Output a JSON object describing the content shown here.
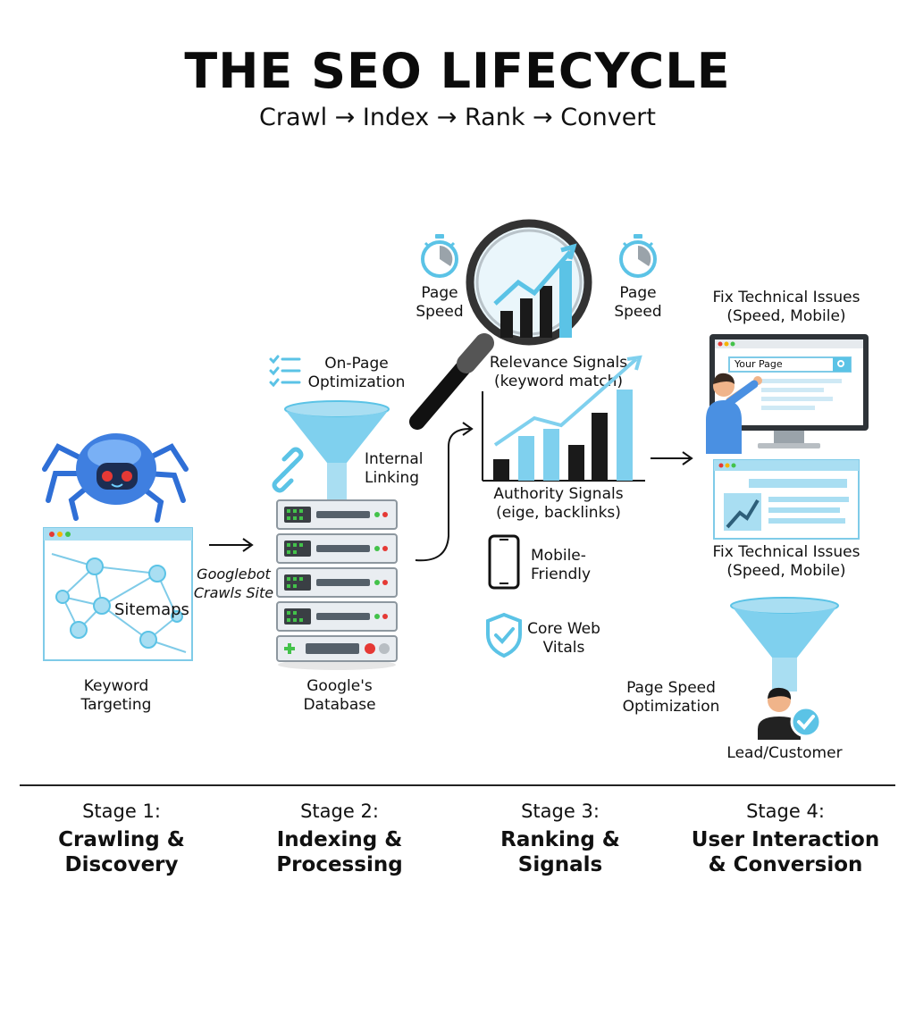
{
  "header": {
    "title": "THE SEO LIFECYCLE",
    "subtitle": "Crawl → Index → Rank → Convert"
  },
  "labels": {
    "keyword_targeting": [
      "Keyword",
      "Targeting"
    ],
    "sitemaps": "Sitemaps",
    "googlebot": [
      "Googlebot",
      "Crawls Site"
    ],
    "on_page": [
      "On-Page",
      "Optimization"
    ],
    "internal_linking": [
      "Internal",
      "Linking"
    ],
    "database": [
      "Google's",
      "Database"
    ],
    "page_speed_left": [
      "Page",
      "Speed"
    ],
    "page_speed_right": [
      "Page",
      "Speed"
    ],
    "relevance": [
      "Relevance Signals",
      "(keyword match)"
    ],
    "authority": [
      "Authority Signals",
      "(eige, backlinks)"
    ],
    "mobile": [
      "Mobile-",
      "Friendly"
    ],
    "core_web_vitals": [
      "Core Web",
      "Vitals"
    ],
    "fix_top": [
      "Fix Technical Issues",
      "(Speed, Mobile)"
    ],
    "fix_bottom": [
      "Fix Technical Issues",
      "(Speed, Mobile)"
    ],
    "search_box": "Your Page",
    "page_speed_opt": [
      "Page Speed",
      "Optimization"
    ],
    "lead": "Lead/Customer"
  },
  "stages": [
    {
      "number": "Stage 1:",
      "name": [
        "Crawling &",
        "Discovery"
      ]
    },
    {
      "number": "Stage 2:",
      "name": [
        "Indexing &",
        "Processing"
      ]
    },
    {
      "number": "Stage 3:",
      "name": [
        "Ranking &",
        "Signals"
      ]
    },
    {
      "number": "Stage 4:",
      "name": [
        "User Interaction",
        "& Conversion"
      ]
    }
  ],
  "colors": {
    "accent_blue": "#5bc3e6",
    "light_blue": "#a9def2",
    "dark": "#1a1a1a",
    "robot_blue": "#3f7fe0",
    "red": "#e53935",
    "green": "#43c24a"
  }
}
